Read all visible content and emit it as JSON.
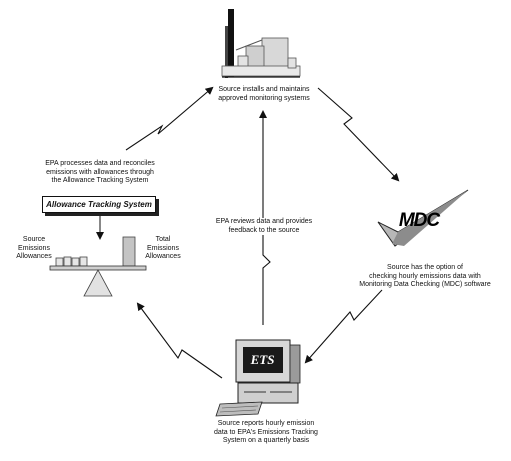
{
  "diagram": {
    "top_node": {
      "lines": [
        "Source installs and maintains",
        "approved monitoring systems"
      ]
    },
    "right_node": {
      "logo_text": "MDC",
      "lines": [
        "Source has the option of",
        "checking hourly emissions data with",
        "Monitoring Data Checking (MDC) software"
      ]
    },
    "bottom_node": {
      "screen_text": "ETS",
      "lines": [
        "Source reports hourly emission",
        "data to EPA's Emissions Tracking",
        "System on a quarterly basis"
      ]
    },
    "left_node": {
      "process_lines": [
        "EPA processes data and reconciles",
        "emissions with allowances through",
        "the Allowance Tracking System"
      ],
      "box_label": "Allowance Tracking System",
      "left_scale_lines": [
        "Source",
        "Emissions",
        "Allowances"
      ],
      "right_scale_lines": [
        "Total",
        "Emissions",
        "Allowances"
      ]
    },
    "center_note": {
      "lines": [
        "EPA reviews data and provides",
        "feedback to the source"
      ]
    },
    "colors": {
      "ink": "#111111",
      "shade": "#bdbdbd",
      "light": "#e6e6e6"
    }
  }
}
